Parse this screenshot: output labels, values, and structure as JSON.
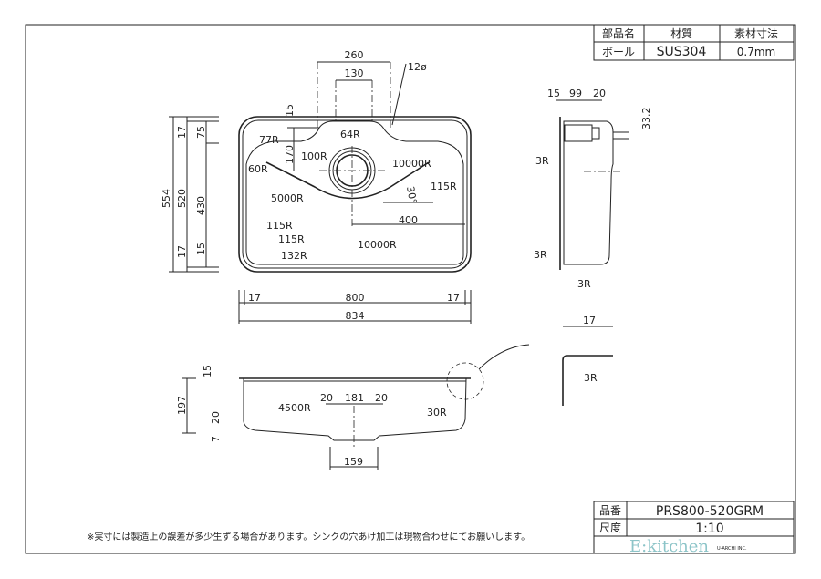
{
  "parts_table": {
    "headers": [
      "部品名",
      "材質",
      "素材寸法"
    ],
    "row": [
      "ボール",
      "SUS304",
      "0.7mm"
    ]
  },
  "title_block": {
    "part_no_label": "品番",
    "part_no": "PRS800-520GRM",
    "scale_label": "尺度",
    "scale": "1:10",
    "logo_text": "E:kitchen",
    "logo_sub": "U-ARCHI INC."
  },
  "note": "※実寸には製造上の誤差が多少生ずる場合があります。シンクの穴あけ加工は現物合わせにてお願いします。",
  "plan_dims": [
    "260",
    "130",
    "12ø",
    "15",
    "64R",
    "77R",
    "170",
    "100R",
    "60R",
    "10000R",
    "115R",
    "30°",
    "5000R",
    "400",
    "115R",
    "115R",
    "132R",
    "10000R"
  ],
  "left_dims": [
    "554",
    "17",
    "520",
    "17",
    "75",
    "430",
    "15"
  ],
  "bottom_dims": [
    "17",
    "800",
    "17",
    "834"
  ],
  "section_dims": [
    "197",
    "15",
    "20",
    "7",
    "4500R",
    "20",
    "181",
    "20",
    "30R",
    "159"
  ],
  "side_dims": [
    "15",
    "99",
    "20",
    "33.2",
    "3R",
    "3R",
    "3R"
  ],
  "detail_dims": [
    "17",
    "3R"
  ]
}
